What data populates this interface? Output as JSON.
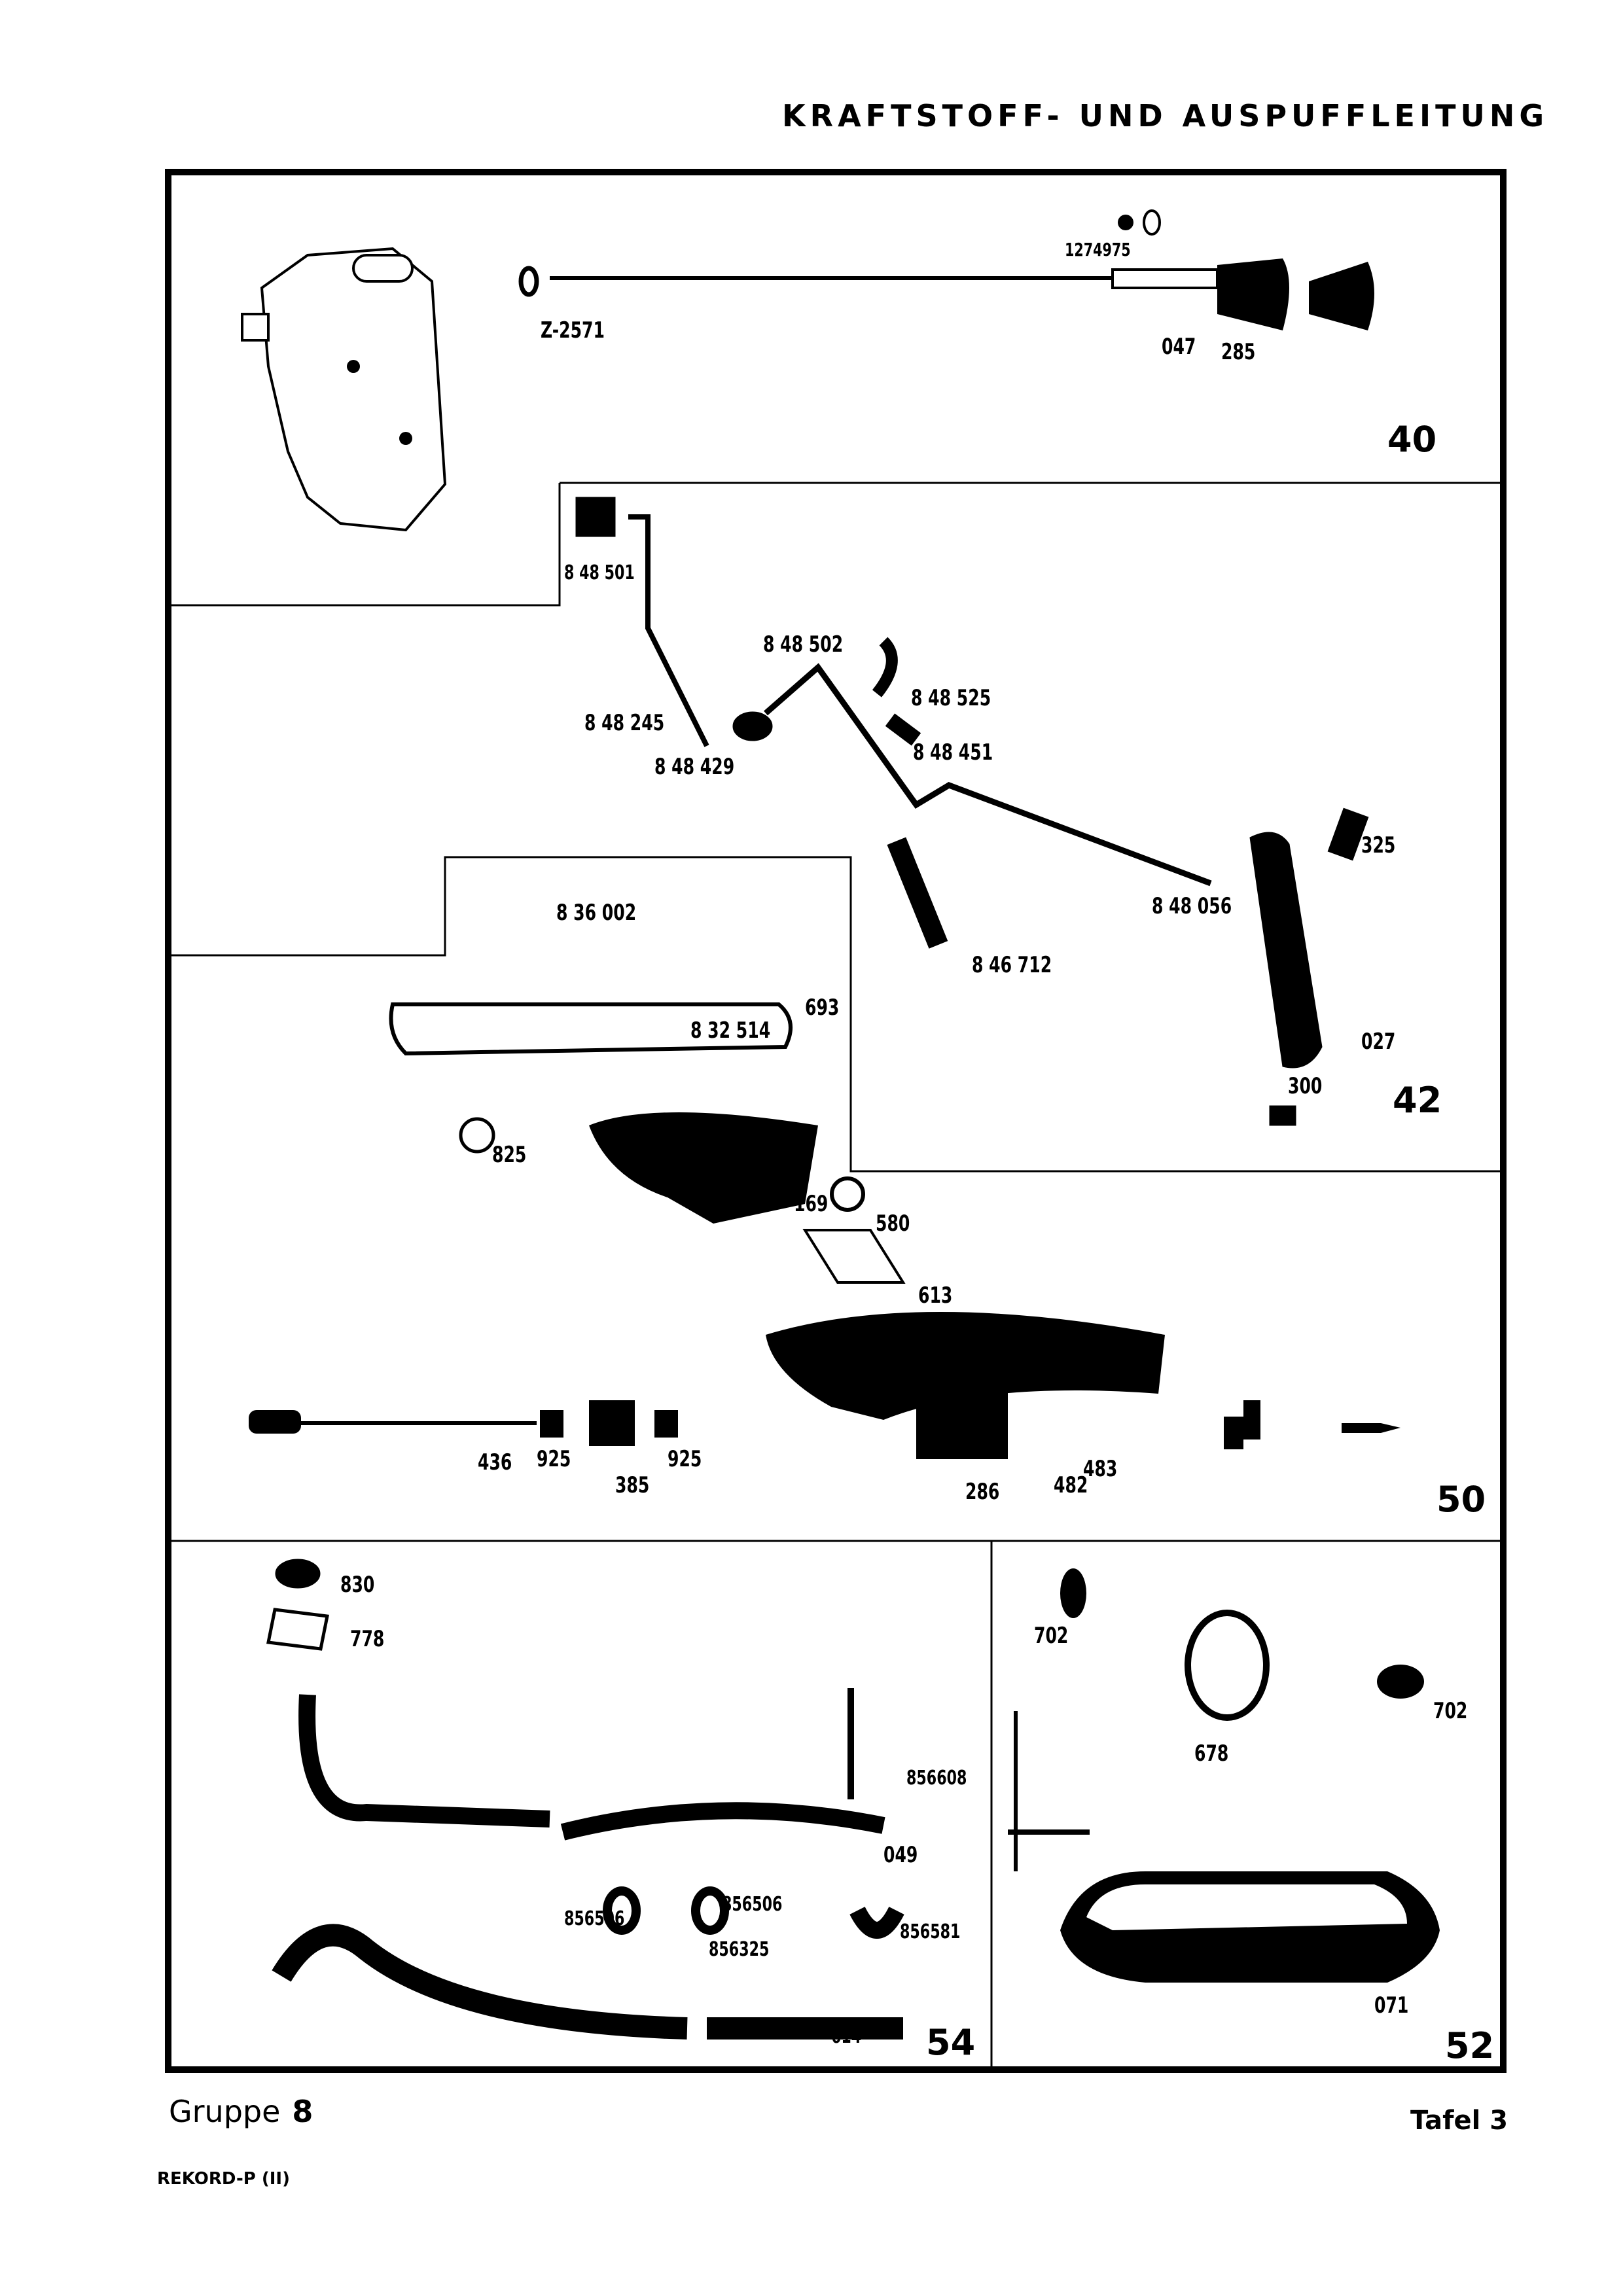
{
  "page": {
    "title": "KRAFTSTOFF- UND AUSPUFFLEITUNG",
    "footer": {
      "gruppe_label": "Gruppe",
      "gruppe_number": "8",
      "model": "REKORD-P (II)",
      "tafel": "Tafel 3"
    }
  },
  "sections": [
    {
      "id": "40",
      "label": "40"
    },
    {
      "id": "42",
      "label": "42"
    },
    {
      "id": "50",
      "label": "50"
    },
    {
      "id": "52",
      "label": "52"
    },
    {
      "id": "54",
      "label": "54"
    }
  ],
  "parts": {
    "s40": [
      "Z-2571",
      "1274975",
      "047",
      "285"
    ],
    "s42": [
      "8 48 501",
      "8 48 502",
      "8 48 525",
      "8 48 245",
      "8 48 451",
      "8 48 429",
      "325",
      "8 48 056",
      "8 46 712",
      "027",
      "300"
    ],
    "s50": [
      "8 36 002",
      "693",
      "8 32 514",
      "825",
      "169",
      "580",
      "613",
      "436",
      "925",
      "925",
      "385",
      "286",
      "482",
      "483"
    ],
    "s54": [
      "830",
      "778",
      "856608",
      "049",
      "856506",
      "856506",
      "856325",
      "856581",
      "614"
    ],
    "s52": [
      "702",
      "702",
      "678",
      "071"
    ]
  }
}
